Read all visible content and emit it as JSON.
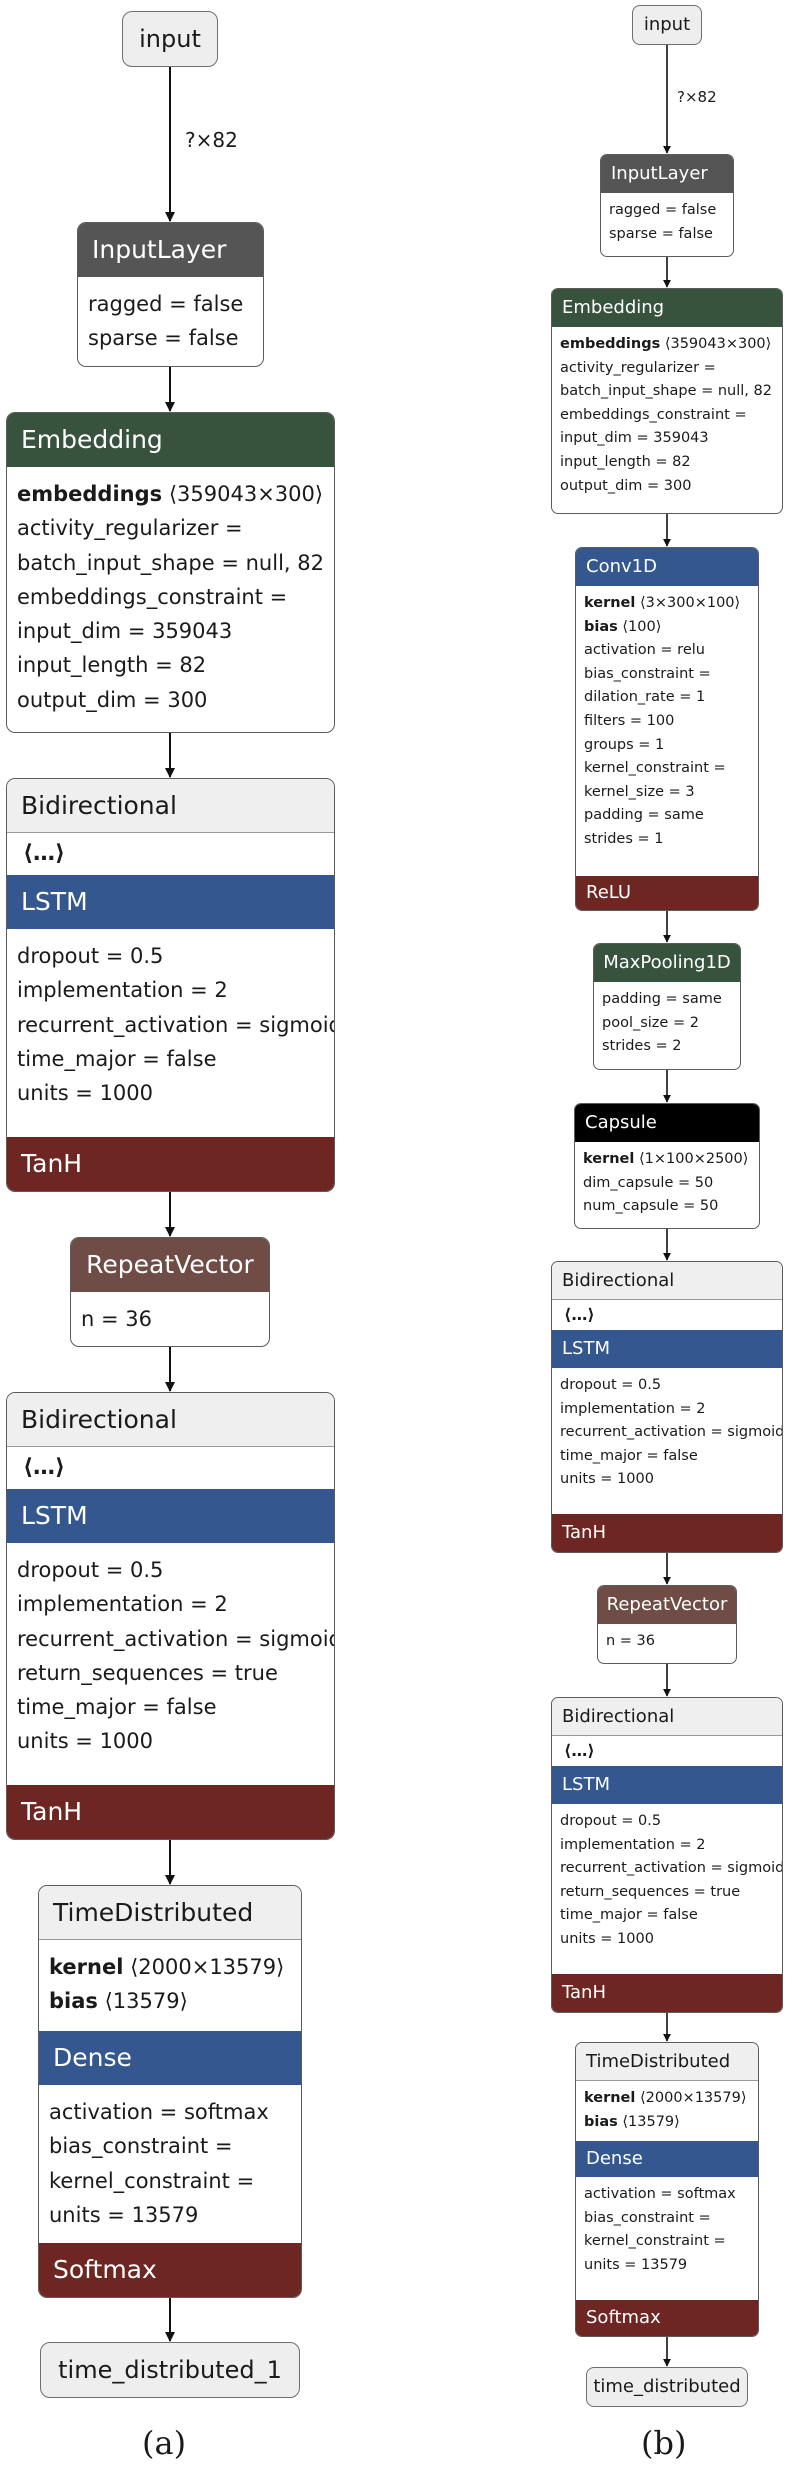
{
  "panel_a": {
    "caption": "(a)",
    "input_label": "input",
    "edge_label": "?×82",
    "output_label": "time_distributed_1",
    "nodes": [
      {
        "title": "InputLayer",
        "attrs": [
          "ragged = false",
          "sparse = false"
        ]
      },
      {
        "title": "Embedding",
        "weights": [
          {
            "name": "embeddings",
            "shape": "⟨359043×300⟩"
          }
        ],
        "attrs": [
          "activity_regularizer =",
          "batch_input_shape = null, 82",
          "embeddings_constraint =",
          "input_dim = 359043",
          "input_length = 82",
          "output_dim = 300"
        ]
      },
      {
        "title": "Bidirectional",
        "ellipsis": "⟨…⟩",
        "inner": "LSTM",
        "attrs": [
          "dropout = 0.5",
          "implementation = 2",
          "recurrent_activation = sigmoid",
          "time_major = false",
          "units = 1000"
        ],
        "activation": "TanH"
      },
      {
        "title": "RepeatVector",
        "attrs": [
          "n = 36"
        ]
      },
      {
        "title": "Bidirectional",
        "ellipsis": "⟨…⟩",
        "inner": "LSTM",
        "attrs": [
          "dropout = 0.5",
          "implementation = 2",
          "recurrent_activation = sigmoid",
          "return_sequences = true",
          "time_major = false",
          "units = 1000"
        ],
        "activation": "TanH"
      },
      {
        "title": "TimeDistributed",
        "weights": [
          {
            "name": "kernel",
            "shape": "⟨2000×13579⟩"
          },
          {
            "name": "bias",
            "shape": "⟨13579⟩"
          }
        ],
        "inner": "Dense",
        "attrs": [
          "activation = softmax",
          "bias_constraint =",
          "kernel_constraint =",
          "units = 13579"
        ],
        "activation": "Softmax"
      }
    ]
  },
  "panel_b": {
    "caption": "(b)",
    "input_label": "input",
    "edge_label": "?×82",
    "output_label": "time_distributed",
    "nodes": [
      {
        "title": "InputLayer",
        "attrs": [
          "ragged = false",
          "sparse = false"
        ]
      },
      {
        "title": "Embedding",
        "weights": [
          {
            "name": "embeddings",
            "shape": "⟨359043×300⟩"
          }
        ],
        "attrs": [
          "activity_regularizer =",
          "batch_input_shape = null, 82",
          "embeddings_constraint =",
          "input_dim = 359043",
          "input_length = 82",
          "output_dim = 300"
        ]
      },
      {
        "title": "Conv1D",
        "weights": [
          {
            "name": "kernel",
            "shape": "⟨3×300×100⟩"
          },
          {
            "name": "bias",
            "shape": "⟨100⟩"
          }
        ],
        "attrs": [
          "activation = relu",
          "bias_constraint =",
          "dilation_rate = 1",
          "filters = 100",
          "groups = 1",
          "kernel_constraint =",
          "kernel_size = 3",
          "padding = same",
          "strides = 1"
        ],
        "activation": "ReLU"
      },
      {
        "title": "MaxPooling1D",
        "attrs": [
          "padding = same",
          "pool_size = 2",
          "strides = 2"
        ]
      },
      {
        "title": "Capsule",
        "weights": [
          {
            "name": "kernel",
            "shape": "⟨1×100×2500⟩"
          }
        ],
        "attrs": [
          "dim_capsule = 50",
          "num_capsule = 50"
        ]
      },
      {
        "title": "Bidirectional",
        "ellipsis": "⟨…⟩",
        "inner": "LSTM",
        "attrs": [
          "dropout = 0.5",
          "implementation = 2",
          "recurrent_activation = sigmoid",
          "time_major = false",
          "units = 1000"
        ],
        "activation": "TanH"
      },
      {
        "title": "RepeatVector",
        "attrs": [
          "n = 36"
        ]
      },
      {
        "title": "Bidirectional",
        "ellipsis": "⟨…⟩",
        "inner": "LSTM",
        "attrs": [
          "dropout = 0.5",
          "implementation = 2",
          "recurrent_activation = sigmoid",
          "return_sequences = true",
          "time_major = false",
          "units = 1000"
        ],
        "activation": "TanH"
      },
      {
        "title": "TimeDistributed",
        "weights": [
          {
            "name": "kernel",
            "shape": "⟨2000×13579⟩"
          },
          {
            "name": "bias",
            "shape": "⟨13579⟩"
          }
        ],
        "inner": "Dense",
        "attrs": [
          "activation = softmax",
          "bias_constraint =",
          "kernel_constraint =",
          "units = 13579"
        ],
        "activation": "Softmax"
      }
    ]
  }
}
